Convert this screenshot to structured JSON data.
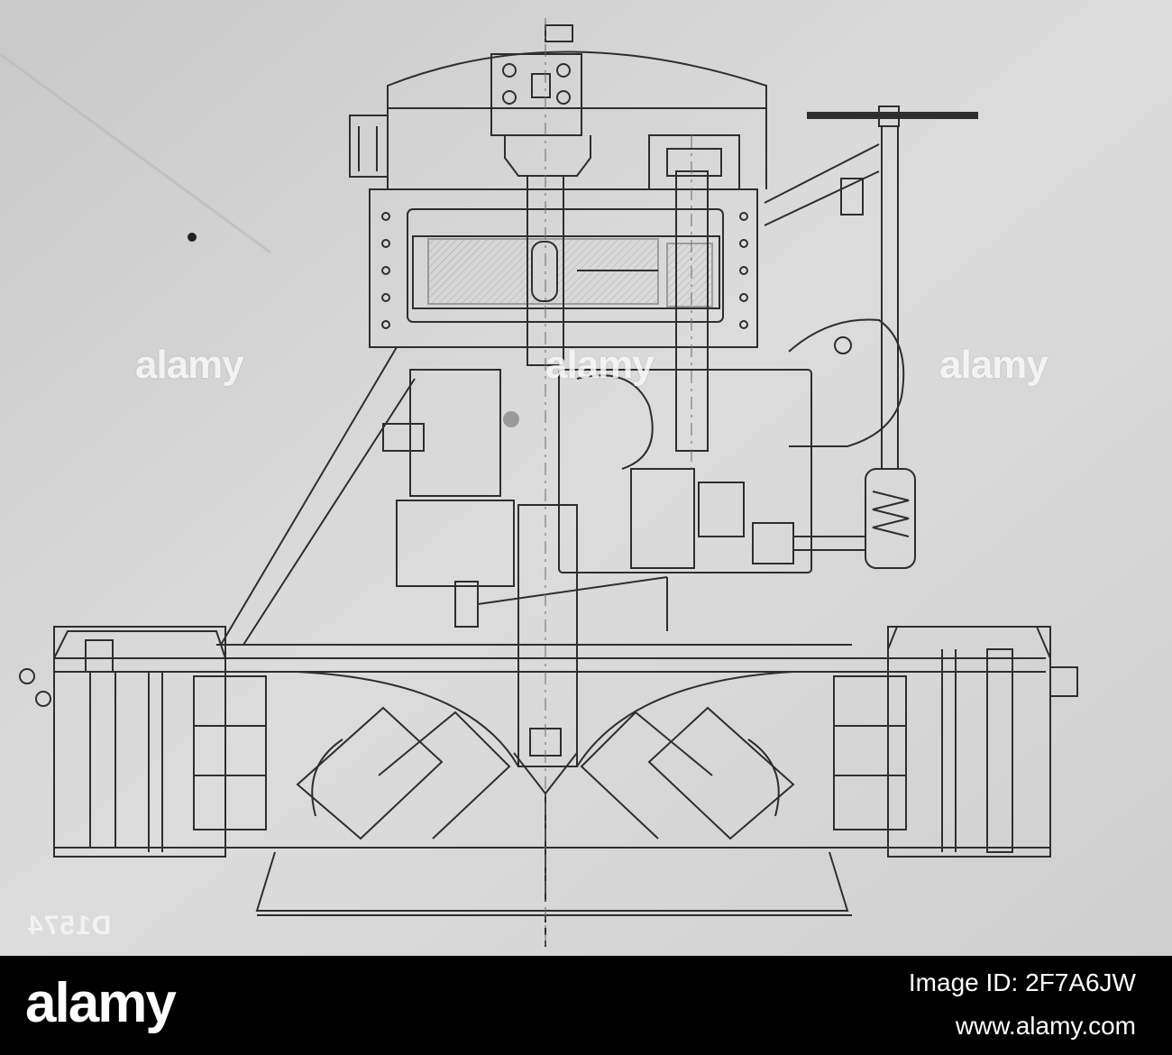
{
  "watermarks": {
    "text_1": "alamy",
    "text_2": "alamy",
    "text_3": "alamy"
  },
  "drawing": {
    "negative_number": "D1574"
  },
  "footer": {
    "logo": "alamy",
    "image_id": "Image ID: 2F7A6JW",
    "website": "www.alamy.com"
  },
  "colors": {
    "paper": "#d5d5d5",
    "ink": "#2e2e2e",
    "footer_bg": "#000000"
  }
}
